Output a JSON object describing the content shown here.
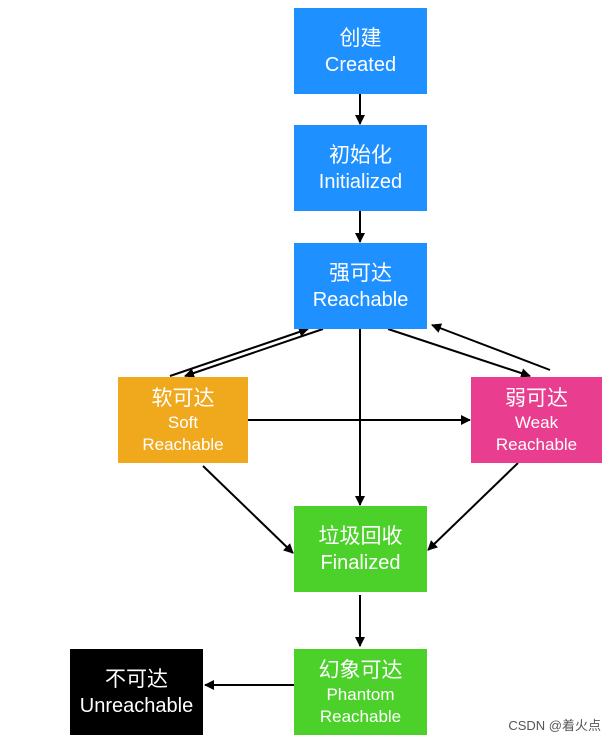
{
  "nodes": {
    "created": {
      "zh": "创建",
      "en": "Created"
    },
    "initialized": {
      "zh": "初始化",
      "en": "Initialized"
    },
    "reachable": {
      "zh": "强可达",
      "en": "Reachable"
    },
    "soft": {
      "zh": "软可达",
      "en_line1": "Soft",
      "en_line2": "Reachable"
    },
    "weak": {
      "zh": "弱可达",
      "en_line1": "Weak",
      "en_line2": "Reachable"
    },
    "finalized": {
      "zh": "垃圾回收",
      "en": "Finalized"
    },
    "phantom": {
      "zh": "幻象可达",
      "en_line1": "Phantom",
      "en_line2": "Reachable"
    },
    "unreachable": {
      "zh": "不可达",
      "en": "Unreachable"
    }
  },
  "colors": {
    "blue": "#1e90ff",
    "orange": "#f0a81c",
    "pink": "#e93d8f",
    "green": "#4cd12a",
    "black": "#000000",
    "arrow": "#000000"
  },
  "edges": [
    {
      "from": "created",
      "to": "initialized"
    },
    {
      "from": "initialized",
      "to": "reachable"
    },
    {
      "from": "reachable",
      "to": "soft"
    },
    {
      "from": "soft",
      "to": "reachable"
    },
    {
      "from": "reachable",
      "to": "weak"
    },
    {
      "from": "weak",
      "to": "reachable"
    },
    {
      "from": "soft",
      "to": "weak"
    },
    {
      "from": "reachable",
      "to": "finalized"
    },
    {
      "from": "soft",
      "to": "finalized"
    },
    {
      "from": "weak",
      "to": "finalized"
    },
    {
      "from": "finalized",
      "to": "phantom"
    },
    {
      "from": "phantom",
      "to": "unreachable"
    }
  ],
  "watermark": "CSDN @着火点"
}
